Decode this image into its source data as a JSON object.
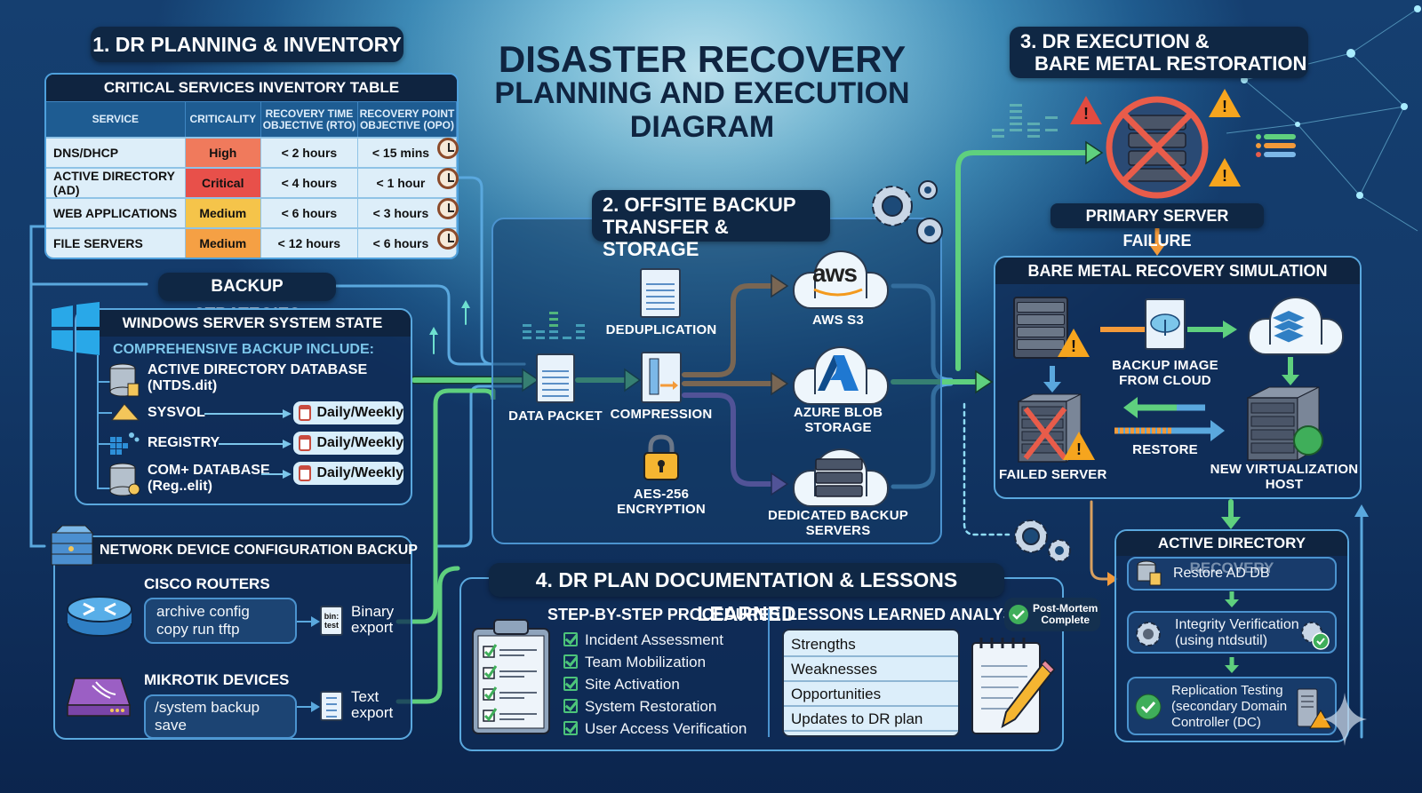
{
  "title": {
    "line1": "DISASTER RECOVERY",
    "line2": "PLANNING AND EXECUTION",
    "line3": "DIAGRAM"
  },
  "section1": {
    "heading": "1. DR PLANNING & INVENTORY",
    "table": {
      "title": "CRITICAL SERVICES INVENTORY TABLE",
      "columns": [
        "SERVICE",
        "CRITICALITY",
        "RECOVERY TIME OBJECTIVE (RTO)",
        "RECOVERY POINT OBJECTIVE (OPO)"
      ],
      "rows": [
        {
          "service": "DNS/DHCP",
          "criticality": "High",
          "rto": "< 2 hours",
          "rpo": "< 15 mins",
          "color": "#f07a5c"
        },
        {
          "service": "ACTIVE DIRECTORY (AD)",
          "criticality": "Critical",
          "rto": "< 4 hours",
          "rpo": "< 1 hour",
          "color": "#e8504a"
        },
        {
          "service": "WEB APPLICATIONS",
          "criticality": "Medium",
          "rto": "< 6 hours",
          "rpo": "< 3 hours",
          "color": "#f5c44a"
        },
        {
          "service": "FILE SERVERS",
          "criticality": "Medium",
          "rto": "< 12 hours",
          "rpo": "< 6 hours",
          "color": "#f5a044"
        }
      ]
    },
    "backup_strategies": {
      "heading": "BACKUP STRATEGIES",
      "windows": {
        "title": "WINDOWS SERVER SYSTEM STATE",
        "subtitle": "COMPREHENSIVE BACKUP INCLUDE:",
        "items": [
          {
            "label": "ACTIVE DIRECTORY DATABASE",
            "sub": "(NTDS.dit)",
            "icon": "database-icon",
            "schedule": ""
          },
          {
            "label": "SYSVOL",
            "sub": "",
            "icon": "folder-icon",
            "schedule": "Daily/Weekly"
          },
          {
            "label": "REGISTRY",
            "sub": "",
            "icon": "registry-icon",
            "schedule": "Daily/Weekly"
          },
          {
            "label": "COM+ DATABASE",
            "sub": "(Reg..elit)",
            "icon": "database-icon",
            "schedule": "Daily/Weekly"
          }
        ]
      },
      "network": {
        "title": "NETWORK DEVICE CONFIGURATION BACKUP",
        "cisco": {
          "title": "CISCO ROUTERS",
          "commands": [
            "archive config",
            "copy run tftp"
          ],
          "file_icon_text": [
            "bin:",
            "test"
          ],
          "output": [
            "Binary",
            "export"
          ]
        },
        "mikrotik": {
          "title": "MIKROTIK DEVICES",
          "commands": [
            "/system backup save"
          ],
          "output": [
            "Text",
            "export"
          ]
        }
      }
    }
  },
  "section2": {
    "heading_line1": "2. OFFSITE BACKUP",
    "heading_line2": "TRANSFER & STORAGE",
    "nodes": {
      "data_packet": "DATA PACKET",
      "deduplication": "DEDUPLICATION",
      "compression": "COMPRESSION",
      "encryption_line1": "AES-256",
      "encryption_line2": "ENCRYPTION"
    },
    "destinations": {
      "aws_logo": "aws",
      "aws": "AWS S3",
      "azure_line1": "AZURE BLOB",
      "azure_line2": "STORAGE",
      "dedicated_line1": "DEDICATED BACKUP",
      "dedicated_line2": "SERVERS"
    }
  },
  "section3": {
    "heading_line1": "3. DR EXECUTION &",
    "heading_line2": "BARE METAL RESTORATION",
    "failure_label": "PRIMARY SERVER FAILURE",
    "bmr": {
      "title": "BARE METAL RECOVERY SIMULATION",
      "backup_image_line1": "BACKUP IMAGE",
      "backup_image_line2": "FROM CLOUD",
      "failed_server": "FAILED SERVER",
      "restore": "RESTORE",
      "new_host_line1": "NEW VIRTUALIZATION",
      "new_host_line2": "HOST"
    },
    "ad_recovery": {
      "title": "ACTIVE DIRECTORY RECOVERY",
      "steps": [
        {
          "line1": "Restore AD DB",
          "line2": "",
          "line3": ""
        },
        {
          "line1": "Integrity Verification",
          "line2": "(using ntdsutil)",
          "line3": ""
        },
        {
          "line1": "Replication Testing",
          "line2": "(secondary Domain",
          "line3": "Controller (DC)"
        }
      ]
    }
  },
  "section4": {
    "heading": "4. DR PLAN DOCUMENTATION & LESSONS LEARNED",
    "procedures": {
      "title": "STEP-BY-STEP PROCEDURES",
      "items": [
        "Incident Assessment",
        "Team Mobilization",
        "Site Activation",
        "System Restoration",
        "User Access Verification"
      ]
    },
    "lessons": {
      "title": "LESSONS LEARNED ANALYSIS",
      "badge_line1": "Post-Mortem",
      "badge_line2": "Complete",
      "items": [
        "Strengths",
        "Weaknesses",
        "Opportunities",
        "Updates to DR plan"
      ]
    }
  },
  "colors": {
    "flow_green": "#5fd07e",
    "flow_blue": "#5aa8de",
    "flow_orange": "#f39a3a",
    "flow_purple": "#9b6fd0",
    "panel_dark": "#0f2744"
  }
}
